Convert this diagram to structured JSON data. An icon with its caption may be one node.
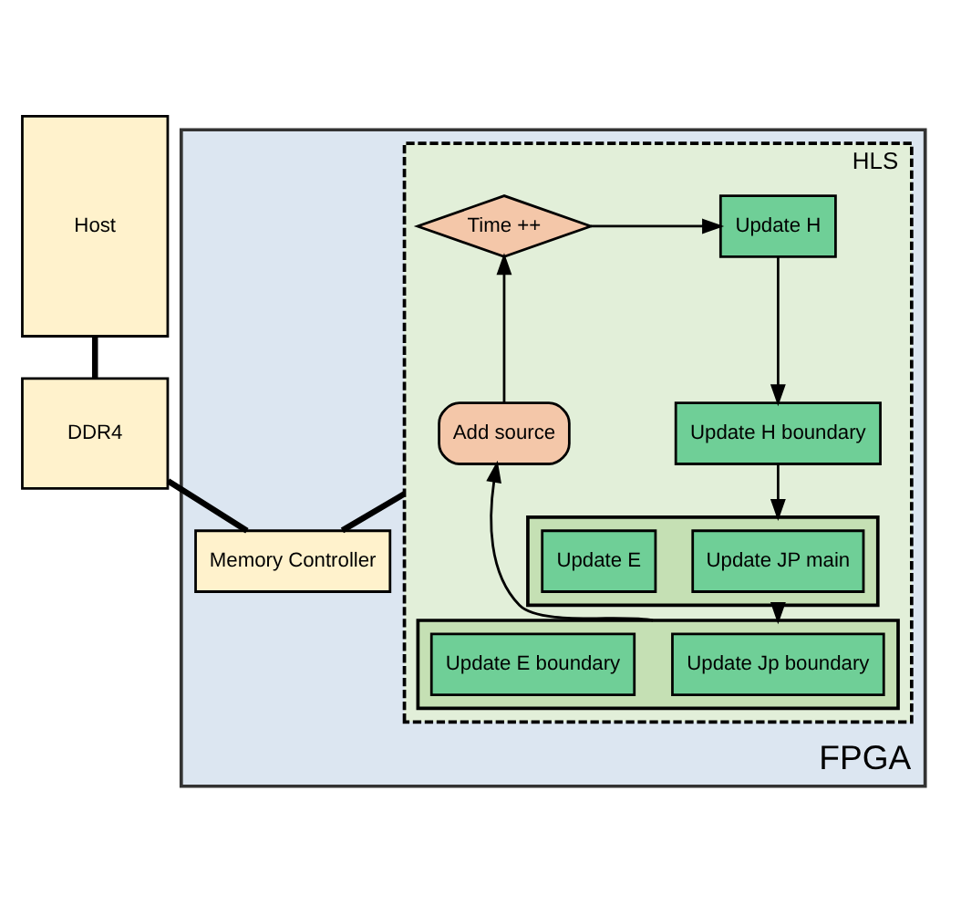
{
  "diagram": {
    "nodes": [
      {
        "text": [
          "FPGA"
        ]
      },
      {
        "text": [
          "HLS"
        ],
        "in": 0
      },
      {
        "text": [
          "Update H"
        ],
        "in": 1
      },
      {
        "text": [
          "Update H boundary"
        ],
        "in": 1
      },
      {
        "text": [],
        "shape": "box",
        "in": 1
      },
      {
        "text": [
          "Update JP main"
        ],
        "in": 4
      },
      {
        "text": [
          "Update E"
        ],
        "in": 4
      },
      {
        "text": [],
        "shape": "box",
        "in": 1
      },
      {
        "text": [
          "Update Jp boundary"
        ],
        "in": 7
      },
      {
        "text": [
          "Update E boundary"
        ],
        "in": 7
      },
      {
        "text": [
          "Time ++"
        ],
        "in": 1
      },
      {
        "text": [
          "Add source"
        ],
        "in": 1
      },
      {
        "text": [
          "Memory Controller"
        ],
        "in": 0
      },
      {
        "text": [
          "Host"
        ]
      },
      {
        "text": [
          "DDR4"
        ]
      }
    ],
    "edges": [
      {
        "from": 10,
        "to": 2,
        "arrow": "to"
      },
      {
        "from": 2,
        "to": 3,
        "arrow": "to"
      },
      {
        "from": 3,
        "to": 4,
        "arrow": "to"
      },
      {
        "from": 4,
        "to": 7,
        "arrow": "to"
      },
      {
        "from": 7,
        "to": 11,
        "arrow": "to"
      },
      {
        "from": 11,
        "to": 10,
        "arrow": "to"
      },
      {
        "from": 1,
        "to": 12,
        "arrow": "none",
        "style": "thick"
      },
      {
        "from": 13,
        "to": 14,
        "arrow": "none",
        "style": "thick"
      },
      {
        "from": 14,
        "to": 12,
        "arrow": "none",
        "style": "thick"
      }
    ]
  }
}
